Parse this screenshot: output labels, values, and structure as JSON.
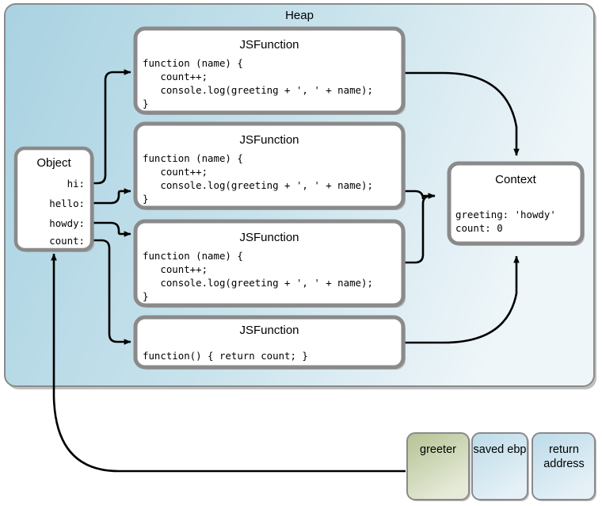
{
  "heap": {
    "title": "Heap",
    "bg_left": "#a9d2e2",
    "bg_right": "#eff6f9",
    "border": "#8a8a8a"
  },
  "object_box": {
    "title": "Object",
    "border": "#8a8a8a",
    "fill": "#ffffff",
    "properties": [
      {
        "label": "hi:"
      },
      {
        "label": "hello:"
      },
      {
        "label": "howdy:"
      },
      {
        "label": "count:"
      }
    ]
  },
  "functions": [
    {
      "title": "JSFunction",
      "code": [
        "function (name) {",
        "   count++;",
        "   console.log(greeting + ', ' + name);",
        "}"
      ]
    },
    {
      "title": "JSFunction",
      "code": [
        "function (name) {",
        "   count++;",
        "   console.log(greeting + ', ' + name);",
        "}"
      ]
    },
    {
      "title": "JSFunction",
      "code": [
        "function (name) {",
        "   count++;",
        "   console.log(greeting + ', ' + name);",
        "}"
      ]
    },
    {
      "title": "JSFunction",
      "code": [
        "function() { return count; }"
      ]
    }
  ],
  "context_box": {
    "title": "Context",
    "lines": [
      "greeting: 'howdy'",
      "count: 0"
    ]
  },
  "stack": {
    "frames": [
      {
        "label": "greeter",
        "lines": [
          "greeter"
        ],
        "fill_from": "#b7c397",
        "fill_to": "#e3e9d4"
      },
      {
        "label": "saved ebp",
        "lines": [
          "saved ebp"
        ],
        "fill_from": "#bedce9",
        "fill_to": "#e4f0f6"
      },
      {
        "label": "return address",
        "lines": [
          "return",
          "address"
        ],
        "fill_from": "#bedce9",
        "fill_to": "#e4f0f6"
      }
    ]
  },
  "colors": {
    "box_border": "#8a8a8a",
    "arrow": "#000000",
    "white": "#ffffff"
  }
}
